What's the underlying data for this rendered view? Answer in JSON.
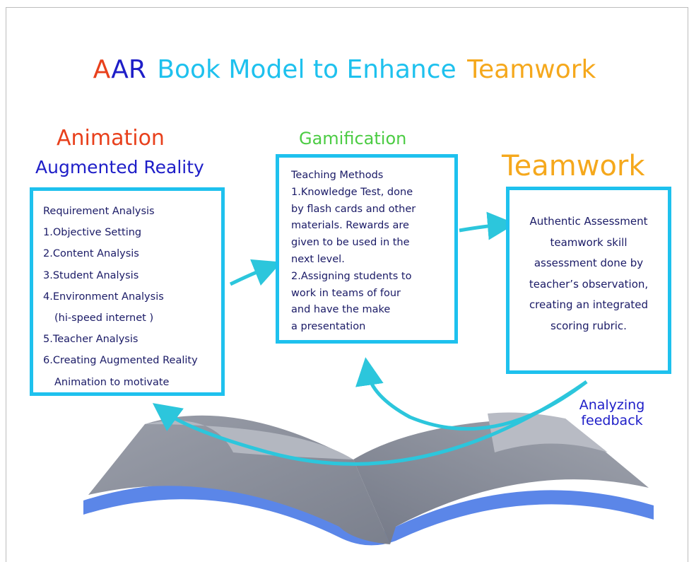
{
  "title": {
    "part_a1": "A",
    "part_a2": "AR",
    "part_book": "Book Model to Enhance",
    "part_teamwork": "Teamwork"
  },
  "left": {
    "heading1": "Animation",
    "heading2": "Augmented Reality",
    "lines": [
      "Requirement Analysis",
      "1.Objective Setting",
      "2.Content Analysis",
      "3.Student Analysis",
      "4.Environment Analysis",
      "(hi-speed internet )",
      "5.Teacher Analysis",
      "6.Creating Augmented Reality",
      "Animation to motivate"
    ]
  },
  "middle": {
    "heading": "Gamification",
    "lines": [
      "Teaching Methods",
      "1.Knowledge Test, done",
      "by flash cards and other",
      "materials. Rewards are",
      "given to be used in the",
      "next level.",
      "2.Assigning students to",
      "work in teams of four",
      "and have the make",
      "a presentation"
    ]
  },
  "right": {
    "heading": "Teamwork",
    "lines": [
      "Authentic Assessment",
      "teamwork skill",
      "assessment done by",
      "teacher’s observation,",
      "creating an integrated",
      "scoring rubric."
    ]
  },
  "feedback": {
    "line1": "Analyzing",
    "line2": "feedback"
  },
  "colors": {
    "red": "#e8401c",
    "blue": "#1e1ec8",
    "cyan": "#1ec1ee",
    "green": "#4ccc44",
    "orange": "#f5a81c",
    "book_gray": "#8a8f9c",
    "book_blue": "#5b86e8"
  }
}
